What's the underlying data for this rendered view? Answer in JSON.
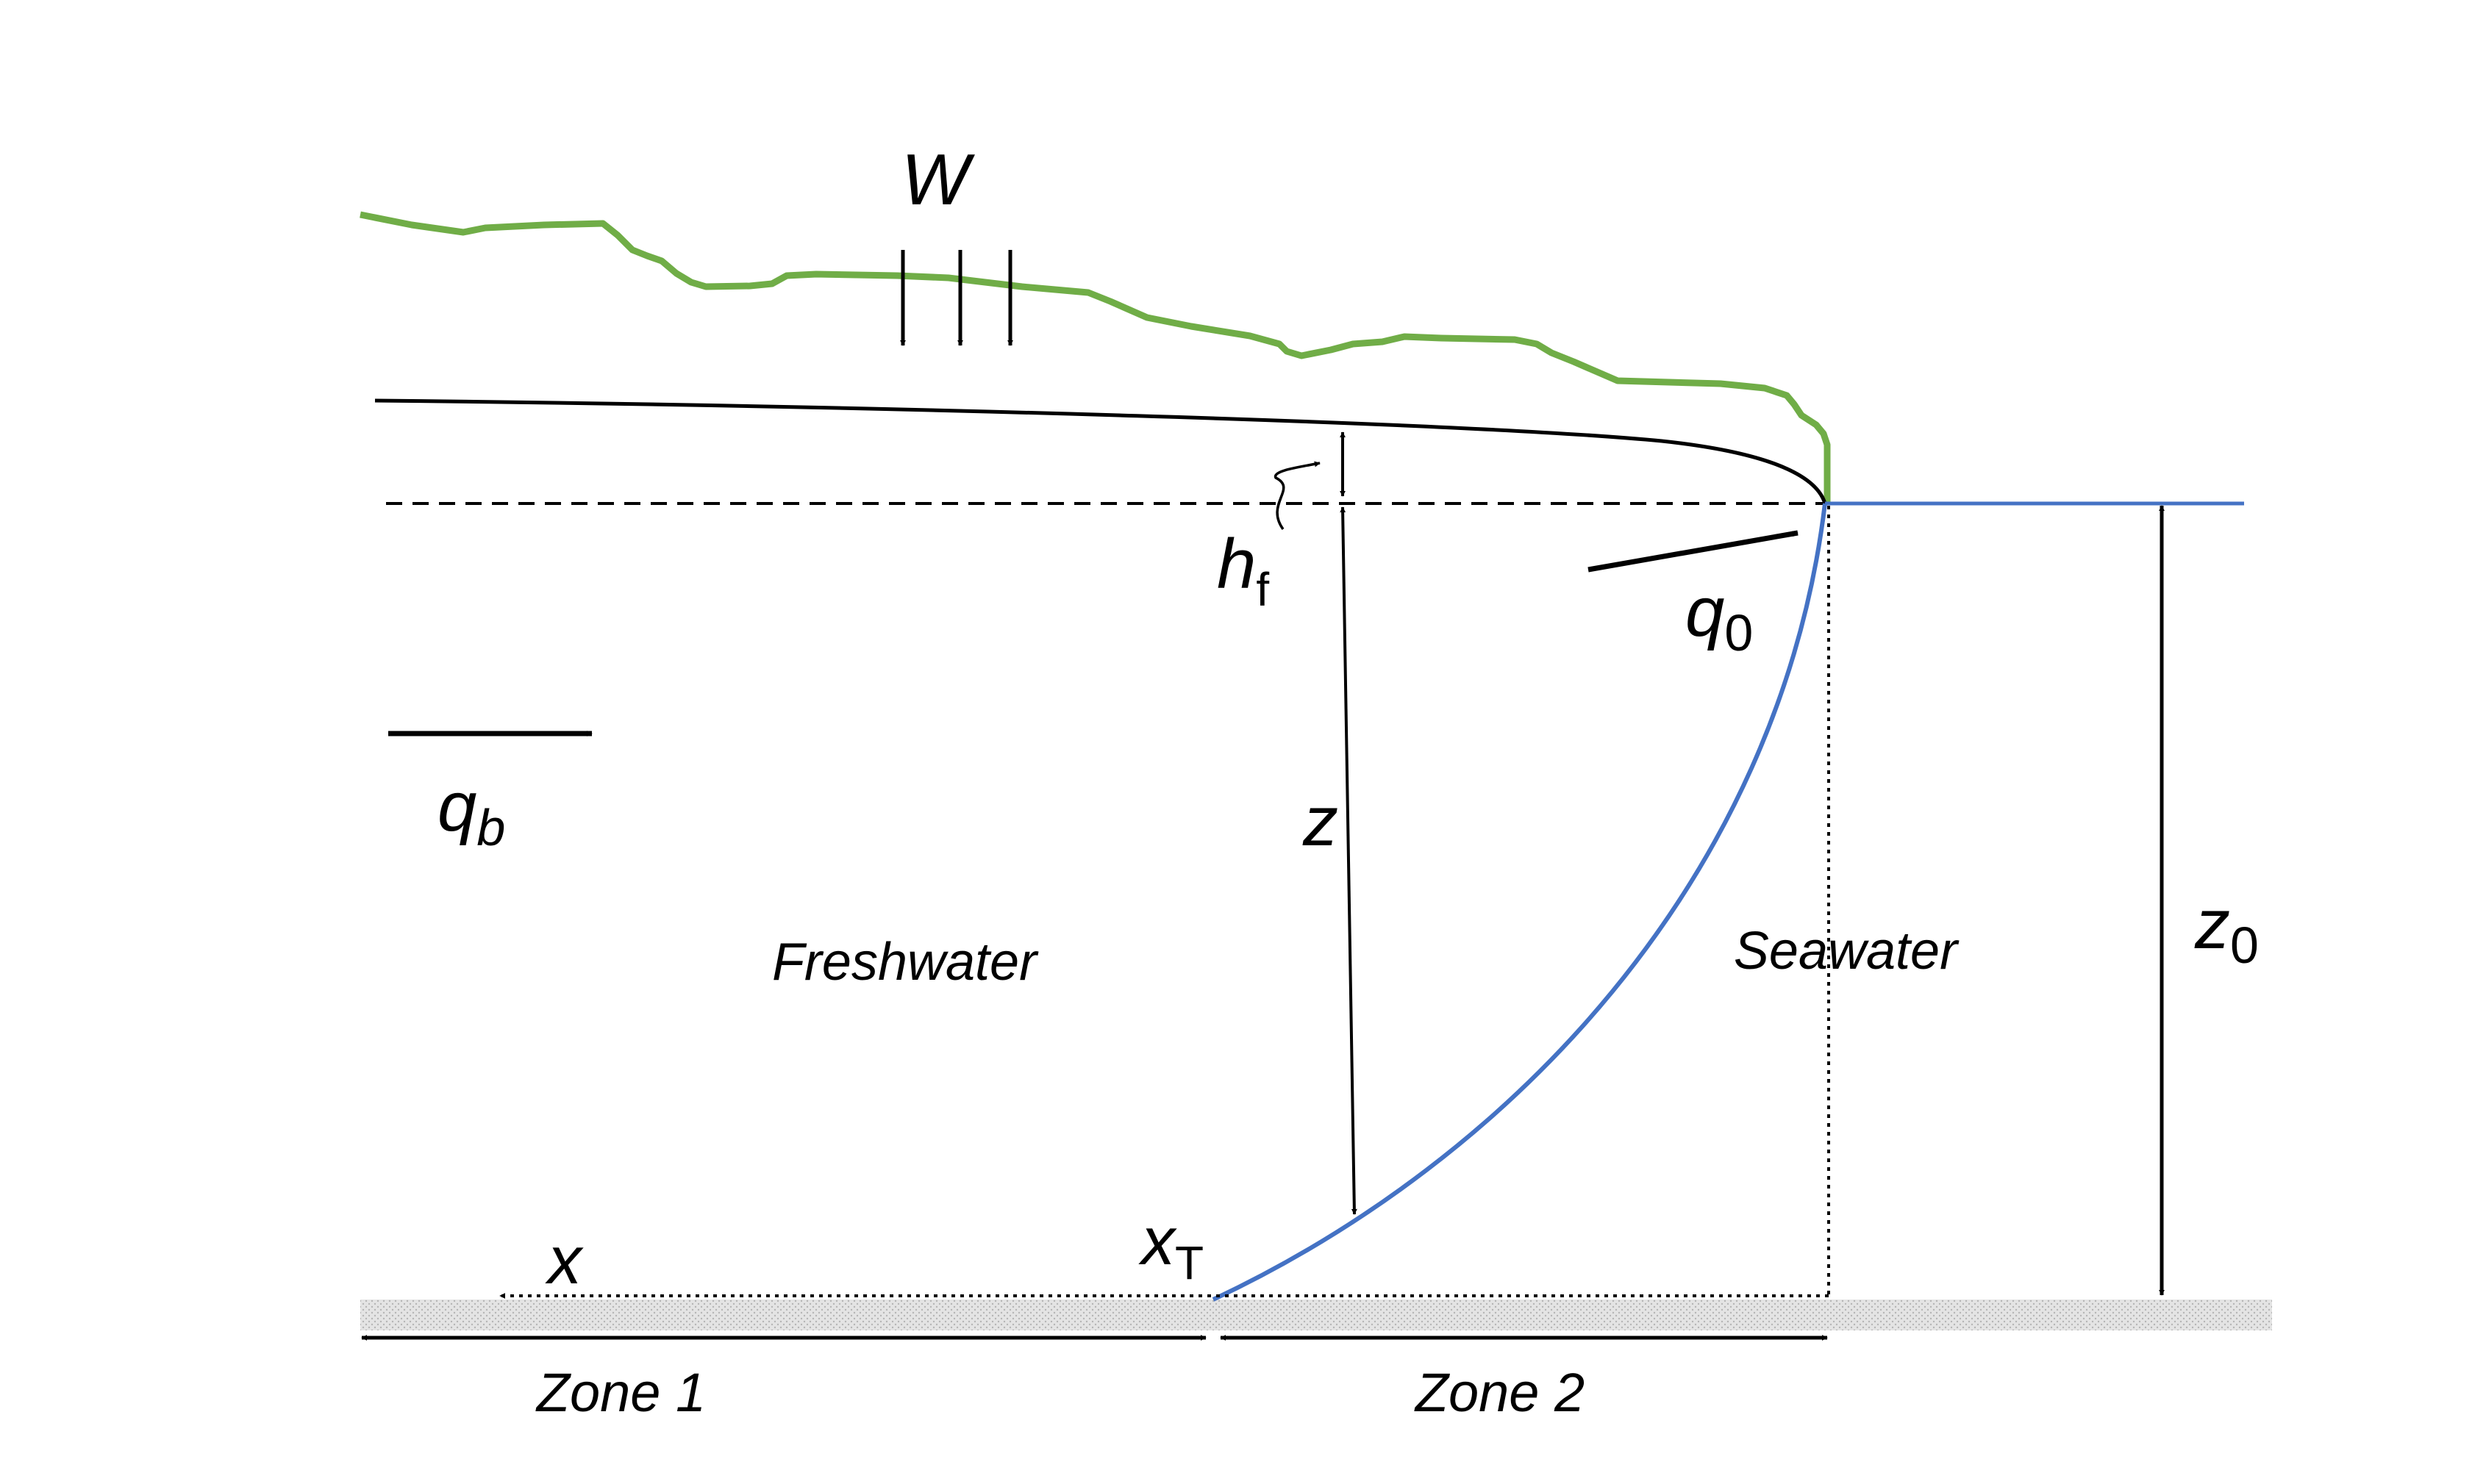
{
  "labels": {
    "recharge": "W",
    "h": "h",
    "h_sub": "f",
    "q0": "q",
    "q0_sub": "0",
    "qb": "q",
    "qb_sub": "b",
    "z": "z",
    "z0": "z",
    "z0_sub": "0",
    "freshwater": "Freshwater",
    "seawater": "Seawater",
    "x": "x",
    "xT": "x",
    "xT_sub": "T",
    "zone1": "Zone 1",
    "zone2": "Zone 2"
  },
  "colors": {
    "ground_surface": "#70ad47",
    "interface": "#4472c4",
    "lines": "#000000",
    "base": "#d9d9d9"
  }
}
